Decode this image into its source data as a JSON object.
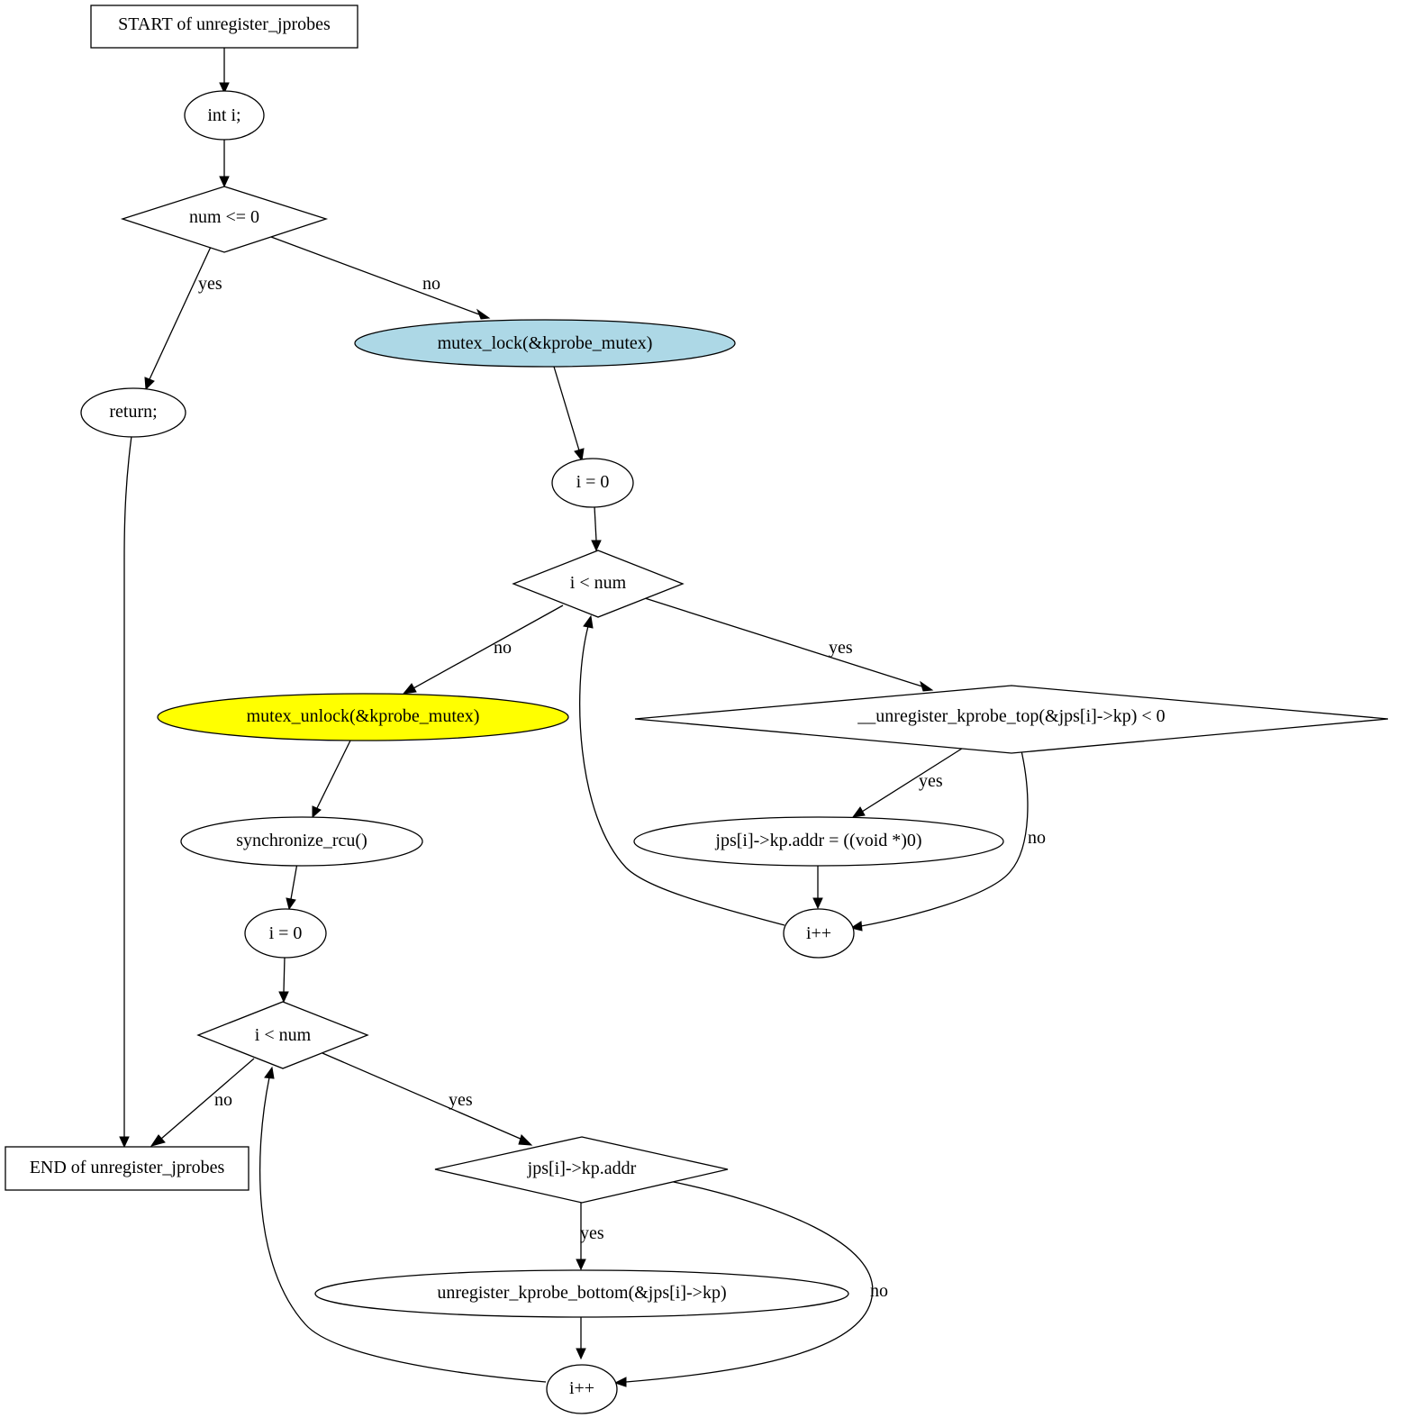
{
  "nodes": {
    "start": {
      "label": "START of unregister_jprobes"
    },
    "decl_i": {
      "label": "int i;"
    },
    "cond_num": {
      "label": "num <= 0"
    },
    "return_stmt": {
      "label": "return;"
    },
    "lock": {
      "label": "mutex_lock(&kprobe_mutex)",
      "fill": "#add8e6"
    },
    "init_i_1": {
      "label": "i = 0"
    },
    "loop1_cond": {
      "label": "i < num"
    },
    "unlock": {
      "label": "mutex_unlock(&kprobe_mutex)",
      "fill": "#ffff00"
    },
    "top_cond": {
      "label": "__unregister_kprobe_top(&jps[i]->kp) < 0"
    },
    "sync": {
      "label": "synchronize_rcu()"
    },
    "assign_addr": {
      "label": "jps[i]->kp.addr = ((void *)0)"
    },
    "inc_1": {
      "label": "i++"
    },
    "init_i_2": {
      "label": "i = 0"
    },
    "loop2_cond": {
      "label": "i < num"
    },
    "end": {
      "label": "END of unregister_jprobes"
    },
    "addr_cond": {
      "label": "jps[i]->kp.addr"
    },
    "bottom": {
      "label": "unregister_kprobe_bottom(&jps[i]->kp)"
    },
    "inc_2": {
      "label": "i++"
    }
  },
  "edges": {
    "cond_num_yes": "yes",
    "cond_num_no": "no",
    "loop1_no": "no",
    "loop1_yes": "yes",
    "top_yes": "yes",
    "top_no": "no",
    "loop2_no": "no",
    "loop2_yes": "yes",
    "addr_yes": "yes",
    "addr_no": "no"
  }
}
